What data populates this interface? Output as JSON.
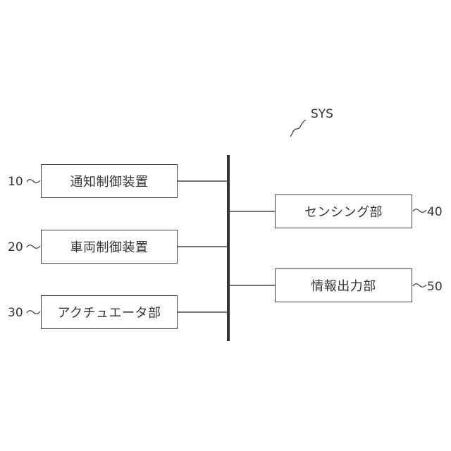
{
  "system_label": "SYS",
  "left_blocks": [
    {
      "ref": "10",
      "label": "通知制御装置"
    },
    {
      "ref": "20",
      "label": "車両制御装置"
    },
    {
      "ref": "30",
      "label": "アクチュエータ部"
    }
  ],
  "right_blocks": [
    {
      "ref": "40",
      "label": "センシング部"
    },
    {
      "ref": "50",
      "label": "情報出力部"
    }
  ],
  "colors": {
    "stroke": "#444444",
    "bus": "#333333",
    "text": "#333333",
    "background": "#ffffff"
  }
}
